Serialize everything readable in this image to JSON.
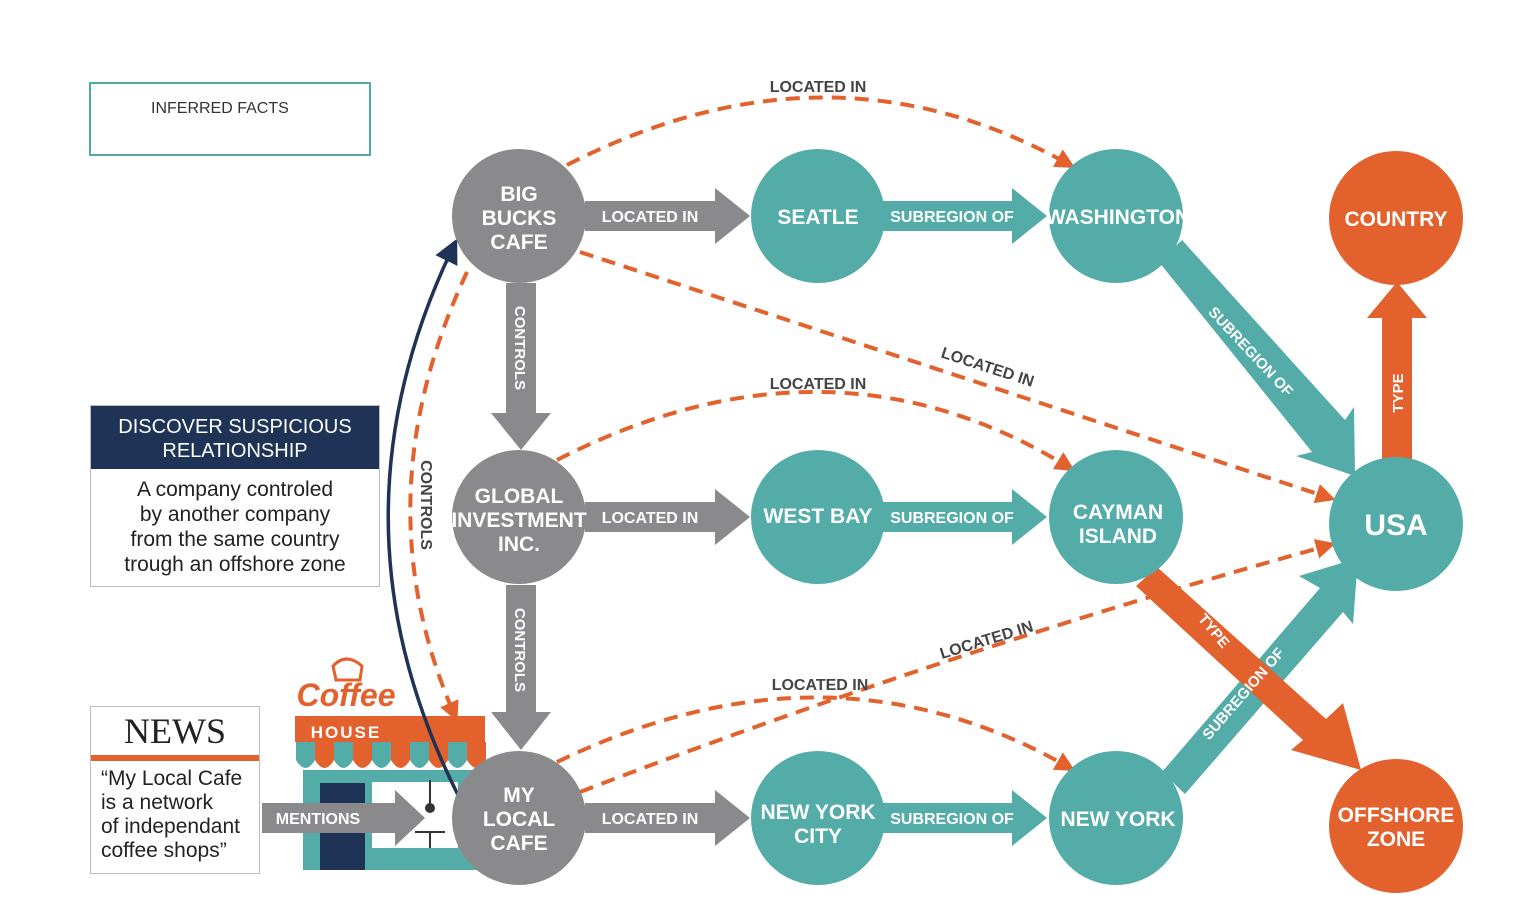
{
  "legend": {
    "label": "INFERRED FACTS"
  },
  "discover": {
    "title_line1": "DISCOVER SUSPICIOUS",
    "title_line2": "RELATIONSHIP",
    "body_line1": "A company controled",
    "body_line2": "by another company",
    "body_line3": "from the same country",
    "body_line4": "trough an offshore zone"
  },
  "news": {
    "title": "NEWS",
    "quote_line1": "“My Local Cafe",
    "quote_line2": "is a network",
    "quote_line3": "of independant",
    "quote_line4": "coffee shops”"
  },
  "shop": {
    "logo_word": "Coffee",
    "logo_sub": "HOUSE"
  },
  "nodes": {
    "big_bucks": {
      "line1": "BIG",
      "line2": "BUCKS",
      "line3": "CAFE"
    },
    "global": {
      "line1": "GLOBAL",
      "line2": "INVESTMENT",
      "line3": "INC."
    },
    "my_local": {
      "line1": "MY",
      "line2": "LOCAL",
      "line3": "CAFE"
    },
    "seatle": {
      "line1": "SEATLE"
    },
    "west_bay": {
      "line1": "WEST BAY"
    },
    "nyc": {
      "line1": "NEW YORK",
      "line2": "CITY"
    },
    "washington": {
      "line1": "WASHINGTON"
    },
    "cayman": {
      "line1": "CAYMAN",
      "line2": "ISLAND"
    },
    "new_york": {
      "line1": "NEW YORK"
    },
    "country": {
      "line1": "COUNTRY"
    },
    "usa": {
      "line1": "USA"
    },
    "offshore": {
      "line1": "OFFSHORE",
      "line2": "ZONE"
    }
  },
  "edges": {
    "located_in": "LOCATED IN",
    "subregion_of": "SUBREGION OF",
    "controls": "CONTROLS",
    "type": "TYPE",
    "mentions": "MENTIONS"
  },
  "colors": {
    "teal": "#53aca7",
    "gray": "#8a8a8c",
    "orange": "#e2612c",
    "navy": "#1e3356"
  }
}
